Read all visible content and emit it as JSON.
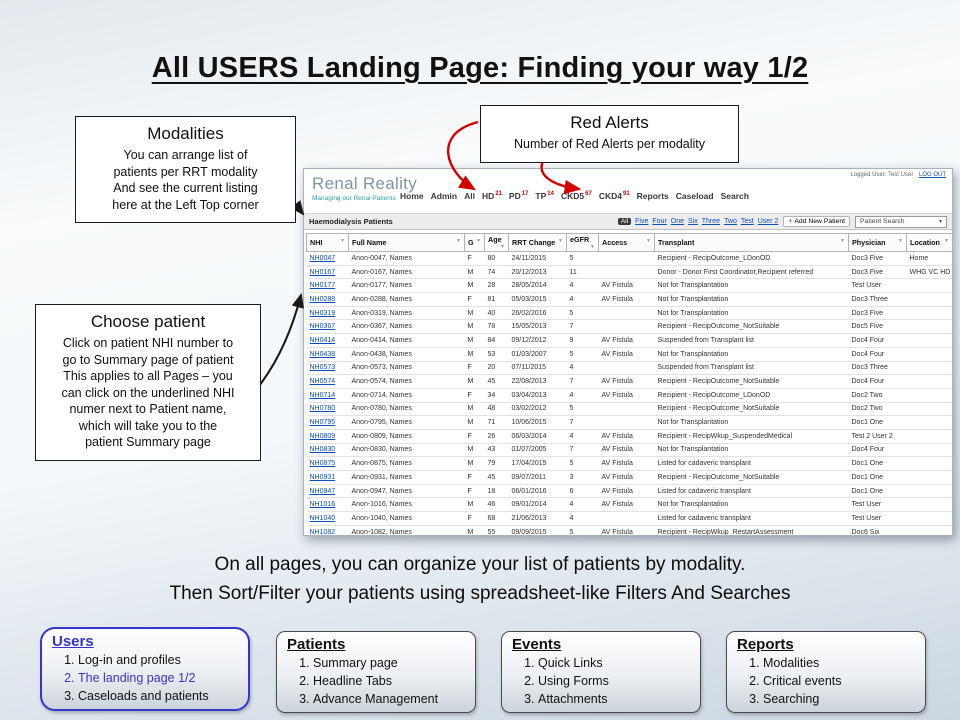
{
  "colors": {
    "alert_red": "#d40000",
    "link_blue": "#0b50bf",
    "users_accent": "#3535cc"
  },
  "slide": {
    "title": "All USERS Landing Page: Finding your way 1/2",
    "body_line1": "On all pages, you can organize your list of patients by modality.",
    "body_line2": "Then Sort/Filter your patients using spreadsheet-like Filters And Searches"
  },
  "callouts": {
    "modalities": {
      "title": "Modalities",
      "body": "You can arrange list of\npatients per RRT modality\nAnd see the current listing\nhere at the Left Top corner"
    },
    "red_alerts": {
      "title": "Red Alerts",
      "body": "Number of Red Alerts per modality"
    },
    "choose_patient": {
      "title": "Choose patient",
      "body": "Click on patient NHI number to\ngo to Summary page of patient\nThis applies to all Pages – you\ncan click on the underlined NHI\nnumer next to Patient name,\nwhich will take you to the\npatient Summary page"
    }
  },
  "app": {
    "logo_title": "Renal Reality",
    "logo_subtitle": "Managing our Renal Patients",
    "user_label": "Logged User: Test User",
    "logout_label": "LOG OUT",
    "nav": [
      {
        "label": "Home",
        "badge": ""
      },
      {
        "label": "Admin",
        "badge": ""
      },
      {
        "label": "All",
        "badge": ""
      },
      {
        "label": "HD",
        "badge": "21"
      },
      {
        "label": "PD",
        "badge": "17"
      },
      {
        "label": "TP",
        "badge": "14"
      },
      {
        "label": "CKD5",
        "badge": "67"
      },
      {
        "label": "CKD4",
        "badge": "91"
      },
      {
        "label": "Reports",
        "badge": ""
      },
      {
        "label": "Caseload",
        "badge": ""
      },
      {
        "label": "Search",
        "badge": ""
      }
    ],
    "section_title": "Haemodialysis Patients",
    "filter_links": [
      "All",
      "Five",
      "Four",
      "One",
      "Six",
      "Three",
      "Two",
      "Test",
      "User 2"
    ],
    "add_button": "Add New Patient",
    "search_label": "Patient Search",
    "table": {
      "columns": [
        "NHI",
        "Full Name",
        "G",
        "Age",
        "RRT Change",
        "eGFR",
        "Access",
        "Transplant",
        "Physician",
        "Location"
      ],
      "rows": [
        [
          "NH0047",
          "Anon-0047, Names",
          "F",
          "80",
          "24/11/2015",
          "5",
          "",
          "Recipient - RecipOutcome_LDonOD",
          "Doc3 Five",
          "Home"
        ],
        [
          "NH0167",
          "Anon-0167, Names",
          "M",
          "74",
          "20/12/2013",
          "11",
          "",
          "Donor - Donor First Coordinator,Recipient referred",
          "Doc3 Five",
          "WHG VC HD"
        ],
        [
          "NH0177",
          "Anon-0177, Names",
          "M",
          "28",
          "28/05/2014",
          "4",
          "AV Fistula",
          "Not for Transplantation",
          "Test User",
          ""
        ],
        [
          "NH0288",
          "Anon-0288, Names",
          "F",
          "81",
          "05/03/2015",
          "4",
          "AV Fistula",
          "Not for Transplantation",
          "Doc3 Three",
          ""
        ],
        [
          "NH0319",
          "Anon-0319, Names",
          "M",
          "40",
          "26/02/2016",
          "5",
          "",
          "Not for Transplantation",
          "Doc3 Five",
          ""
        ],
        [
          "NH0367",
          "Anon-0367, Names",
          "M",
          "78",
          "15/05/2013",
          "7",
          "",
          "Recipient - RecipOutcome_NotSuitable",
          "Doc5 Five",
          ""
        ],
        [
          "NH0414",
          "Anon-0414, Names",
          "M",
          "84",
          "09/12/2012",
          "9",
          "AV Fistula",
          "Suspended from Transplant list",
          "Doc4 Four",
          ""
        ],
        [
          "NH0438",
          "Anon-0438, Names",
          "M",
          "53",
          "01/03/2007",
          "5",
          "AV Fistula",
          "Not for Transplantation",
          "Doc4 Four",
          ""
        ],
        [
          "NH0573",
          "Anon-0573, Names",
          "F",
          "20",
          "07/11/2015",
          "4",
          "",
          "Suspended from Transplant list",
          "Doc3 Three",
          ""
        ],
        [
          "NH0574",
          "Anon-0574, Names",
          "M",
          "45",
          "22/08/2013",
          "7",
          "AV Fistula",
          "Recipient - RecipOutcome_NotSuitable",
          "Doc4 Four",
          ""
        ],
        [
          "NH0714",
          "Anon-0714, Names",
          "F",
          "34",
          "03/04/2013",
          "4",
          "AV Fistula",
          "Recipient - RecipOutcome_LDonOD",
          "Doc2 Two",
          ""
        ],
        [
          "NH0780",
          "Anon-0780, Names",
          "M",
          "48",
          "03/02/2012",
          "5",
          "",
          "Recipient - RecipOutcome_NotSuitable",
          "Doc2 Two",
          ""
        ],
        [
          "NH0795",
          "Anon-0795, Names",
          "M",
          "71",
          "10/06/2015",
          "7",
          "",
          "Not for Transplantation",
          "Doc1 One",
          ""
        ],
        [
          "NH0809",
          "Anon-0809, Names",
          "F",
          "26",
          "06/03/2014",
          "4",
          "AV Fistula",
          "Recipient - RecipWkup_SuspendedMedical",
          "Test 2 User 2",
          ""
        ],
        [
          "NH0830",
          "Anon-0830, Names",
          "M",
          "43",
          "01/07/2005",
          "7",
          "AV Fistula",
          "Not for Transplantation",
          "Doc4 Four",
          ""
        ],
        [
          "NH0875",
          "Anon-0875, Names",
          "M",
          "79",
          "17/04/2015",
          "5",
          "AV Fistula",
          "Listed for cadaveric transplant",
          "Doc1 One",
          ""
        ],
        [
          "NH0931",
          "Anon-0931, Names",
          "F",
          "45",
          "09/07/2011",
          "3",
          "AV Fistula",
          "Recipient - RecipOutcome_NotSuitable",
          "Doc1 One",
          ""
        ],
        [
          "NH0947",
          "Anon-0947, Names",
          "F",
          "18",
          "06/01/2016",
          "6",
          "AV Fistula",
          "Listed for cadaveric transplant",
          "Doc1 One",
          ""
        ],
        [
          "NH1016",
          "Anon-1016, Names",
          "M",
          "46",
          "09/01/2014",
          "4",
          "AV Fistula",
          "Not for Transplantation",
          "Test User",
          ""
        ],
        [
          "NH1040",
          "Anon-1040, Names",
          "F",
          "68",
          "21/06/2013",
          "4",
          "",
          "Listed for cadaveric transplant",
          "Test User",
          ""
        ],
        [
          "NH1082",
          "Anon-1082, Names",
          "M",
          "55",
          "09/09/2015",
          "5",
          "AV Fistula",
          "Recipient - RecipWkup_RestartAssessment",
          "Doc6 Six",
          ""
        ]
      ]
    }
  },
  "bottom_boxes": [
    {
      "title": "Users",
      "items": [
        "Log-in and profiles",
        "The landing page 1/2",
        "Caseloads and patients"
      ],
      "active_index": 1
    },
    {
      "title": "Patients",
      "items": [
        "Summary page",
        "Headline Tabs",
        "Advance Management"
      ]
    },
    {
      "title": "Events",
      "items": [
        "Quick Links",
        "Using Forms",
        "Attachments"
      ]
    },
    {
      "title": "Reports",
      "items": [
        "Modalities",
        "Critical events",
        "Searching"
      ]
    }
  ]
}
